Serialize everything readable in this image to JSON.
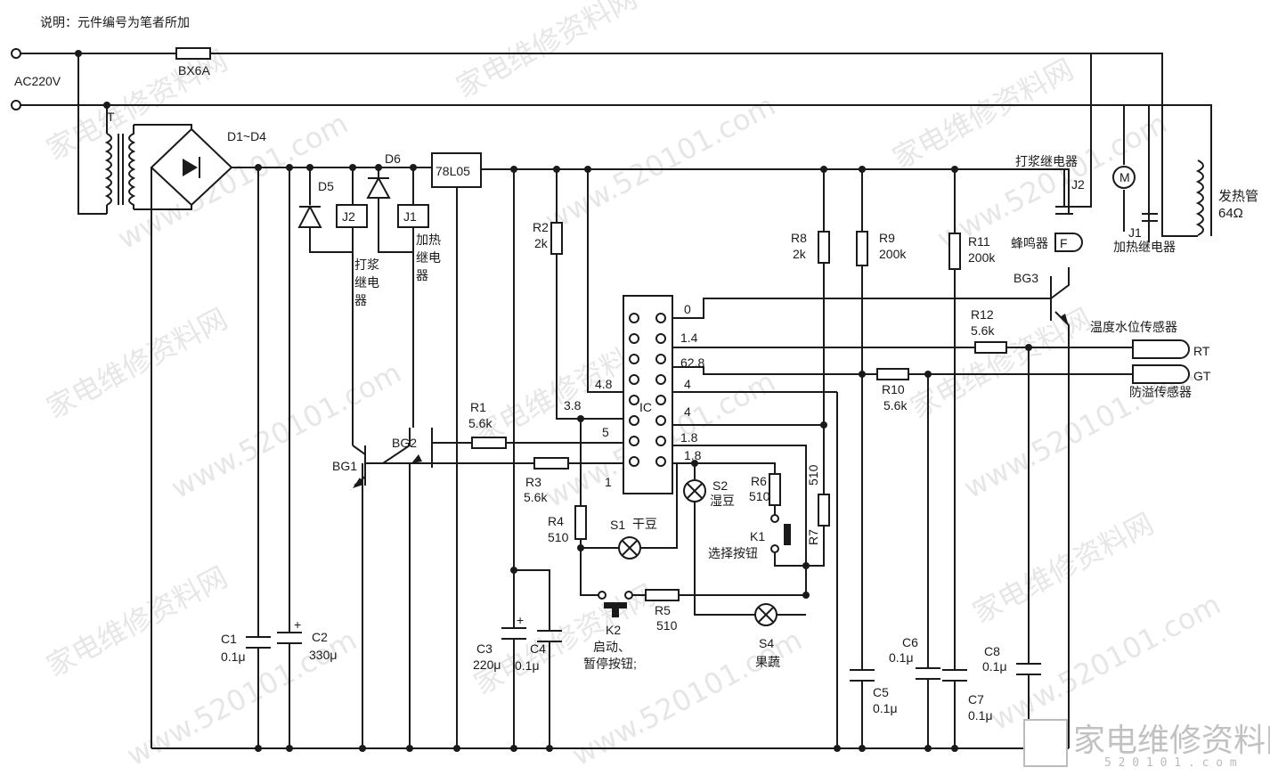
{
  "note": "说明：元件编号为笔者所加",
  "supply": {
    "voltage": "AC220V",
    "fuse": "BX6A",
    "transformer": "T",
    "bridge": "D1~D4",
    "regulator": "78L05"
  },
  "diodes": {
    "d5": "D5",
    "d6": "D6"
  },
  "relays": {
    "j2": "J2",
    "j1": "J1",
    "j2_desc_1": "打浆",
    "j2_desc_2": "继电",
    "j2_desc_3": "器",
    "j1_desc_1": "加热",
    "j1_desc_2": "继电",
    "j1_desc_3": "器",
    "j2_contact": "J2",
    "j1_contact": "J1",
    "j2_top": "打浆继电器",
    "j1_bottom": "加热继电器"
  },
  "transistors": {
    "bg1": "BG1",
    "bg2": "BG2",
    "bg3": "BG3"
  },
  "resistors": {
    "r1": "R1",
    "r1v": "5.6k",
    "r2": "R2",
    "r2v": "2k",
    "r3": "R3",
    "r3v": "5.6k",
    "r4": "R4",
    "r4v": "510",
    "r5": "R5",
    "r5v": "510",
    "r6": "R6",
    "r6v": "510",
    "r7": "R7",
    "r7v": "510",
    "r8": "R8",
    "r8v": "2k",
    "r9": "R9",
    "r9v": "200k",
    "r10": "R10",
    "r10v": "5.6k",
    "r11": "R11",
    "r11v": "200k",
    "r12": "R12",
    "r12v": "5.6k"
  },
  "capacitors": {
    "c1": "C1",
    "c1v": "0.1μ",
    "c2": "C2",
    "c2v": "330μ",
    "c3": "C3",
    "c3v": "220μ",
    "c4": "C4",
    "c4v": "0.1μ",
    "c5": "C5",
    "c5v": "0.1μ",
    "c6": "C6",
    "c6v": "0.1μ",
    "c7": "C7",
    "c7v": "0.1μ",
    "c8": "C8",
    "c8v": "0.1μ"
  },
  "ic": {
    "label": "IC",
    "pin_0": "0",
    "pin_14": "1.4",
    "pin_628": "62.8",
    "pin_4a": "4",
    "pin_4b": "4",
    "pin_18a": "1.8",
    "pin_18b": "1.8",
    "pin_48": "4.8",
    "pin_38": "3.8",
    "pin_5": "5",
    "pin_1": "1"
  },
  "lamps": {
    "s1": "S1",
    "s1_desc": "干豆",
    "s2": "S2",
    "s2_desc": "湿豆",
    "s4": "S4",
    "s4_desc": "果蔬"
  },
  "buttons": {
    "k1": "K1",
    "k1_desc": "选择按钮",
    "k2": "K2",
    "k2_desc_1": "启动、",
    "k2_desc_2": "暂停按钮;"
  },
  "loads": {
    "motor": "M",
    "buzzer": "蜂鸣器",
    "buzzer_symbol": "F",
    "heater": "发热管",
    "heater_value": "64Ω"
  },
  "sensors": {
    "temp_level": "温度水位传感器",
    "rt": "RT",
    "gt": "GT",
    "overflow": "防溢传感器"
  },
  "watermark": {
    "text_1": "家电维修资料网",
    "text_2": "www.520101.com",
    "logo": "家电维修资料网",
    "logo_url": "5 2 0 1 0 1 . c o m"
  }
}
